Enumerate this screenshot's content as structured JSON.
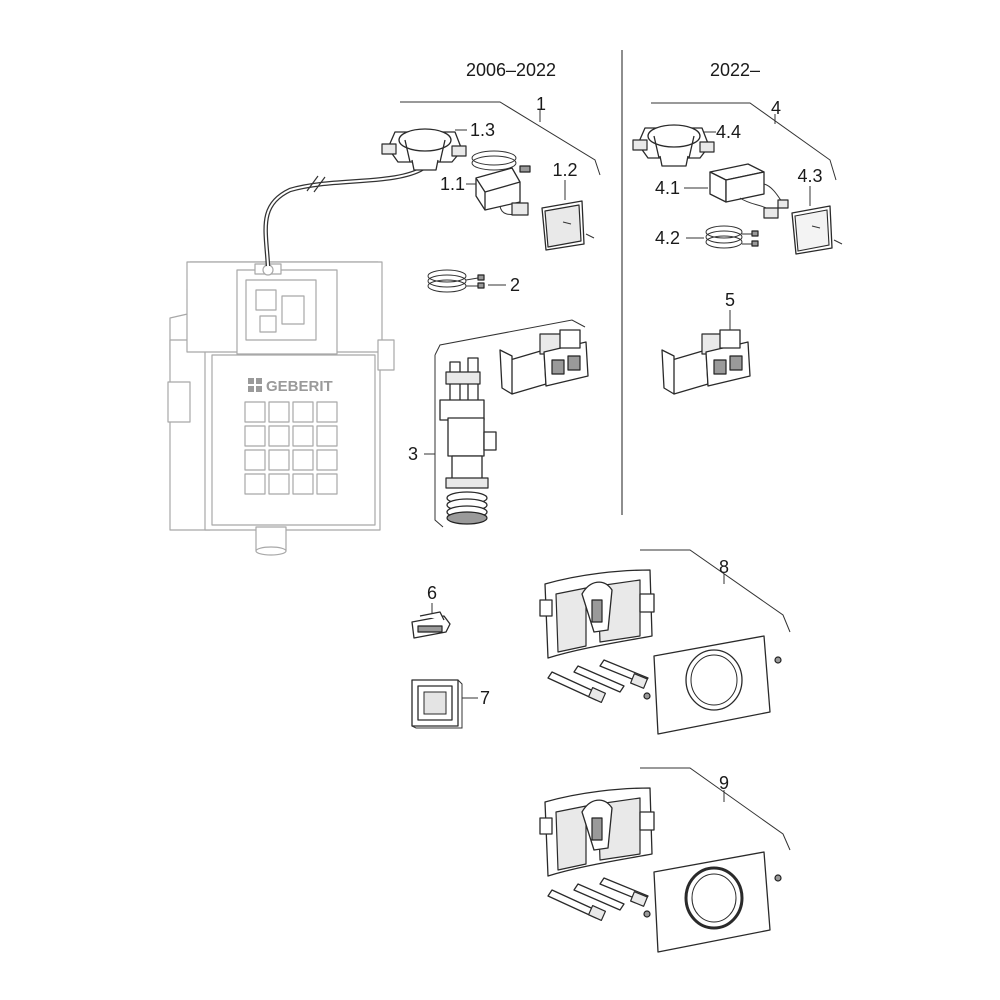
{
  "headers": {
    "left": "2006–2022",
    "right": "2022–"
  },
  "labels": {
    "p1": "1",
    "p1_1": "1.1",
    "p1_2": "1.2",
    "p1_3": "1.3",
    "p2": "2",
    "p3": "3",
    "p4": "4",
    "p4_1": "4.1",
    "p4_2": "4.2",
    "p4_3": "4.3",
    "p4_4": "4.4",
    "p5": "5",
    "p6": "6",
    "p7": "7",
    "p8": "8",
    "p9": "9"
  },
  "brand": {
    "logo_text": "GEBERIT"
  },
  "colors": {
    "line": "#333333",
    "ghost": "#a8a8a8",
    "text": "#1a1a1a"
  }
}
